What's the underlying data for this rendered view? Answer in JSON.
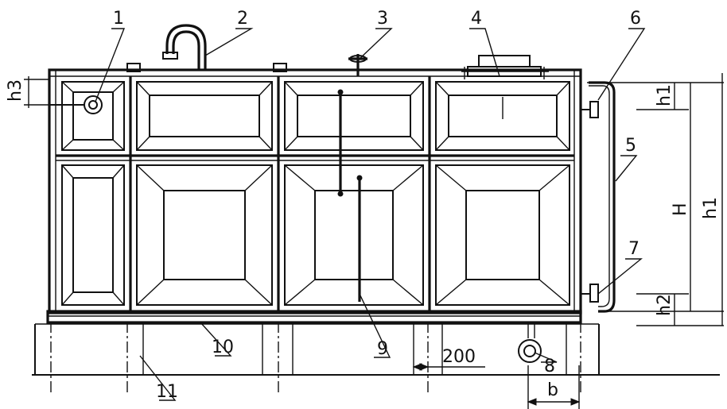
{
  "drawing": {
    "callouts": [
      "1",
      "2",
      "3",
      "4",
      "5",
      "6",
      "7",
      "8",
      "9",
      "10",
      "11"
    ],
    "dimensions": {
      "h3": "h3",
      "h1": "h1",
      "H": "H",
      "h1_total": "h1",
      "h2": "h2",
      "gap": "200",
      "b": "b"
    }
  }
}
